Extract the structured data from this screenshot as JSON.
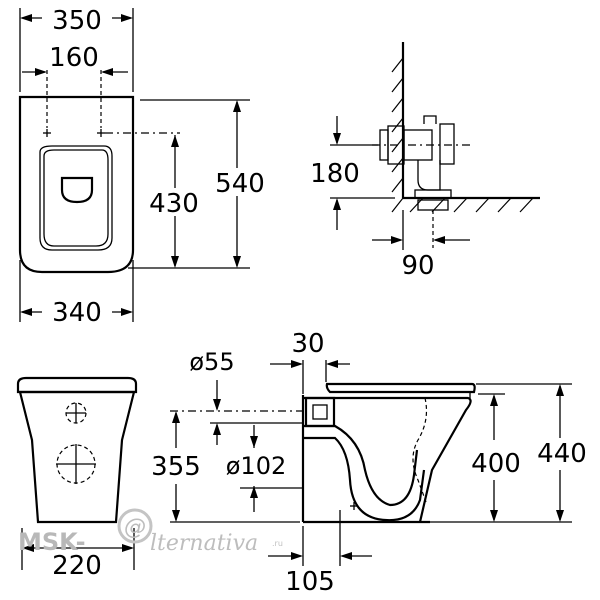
{
  "dimensions": {
    "top_width": "350",
    "mount_spacing": "160",
    "bottom_width": "340",
    "depth": "540",
    "mount_depth": "430",
    "mount_height": "180",
    "outlet_offset": "90",
    "front_width": "220",
    "inlet_diameter": "ø55",
    "inlet_offset": "30",
    "outlet_diameter": "ø102",
    "inlet_height": "355",
    "wall_outlet_distance": "105",
    "bowl_height": "400",
    "total_height": "440"
  },
  "watermark": {
    "prefix": "MSK-",
    "brand": "lternativa",
    "suffix": ".ru"
  }
}
